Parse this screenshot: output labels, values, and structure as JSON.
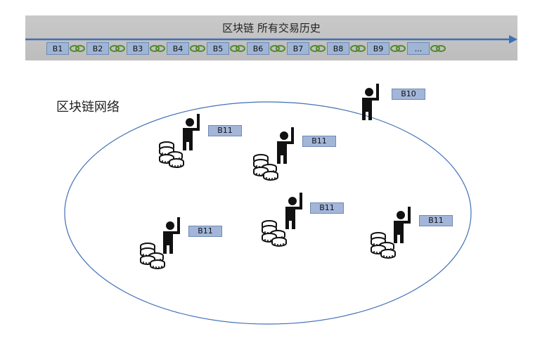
{
  "chain": {
    "title": "区块链 所有交易历史",
    "blocks": [
      "B1",
      "B2",
      "B3",
      "B4",
      "B5",
      "B6",
      "B7",
      "B8",
      "B9",
      "..."
    ]
  },
  "network": {
    "title": "区块链网络",
    "outside_miner_label": "B10",
    "miner_labels": [
      "B11",
      "B11",
      "B11",
      "B11",
      "B11"
    ]
  },
  "colors": {
    "arrow": "#3f6fb5",
    "block_fill": "#9fb5d6",
    "link": "#4e8a2b",
    "band": "#c4c4c4"
  }
}
